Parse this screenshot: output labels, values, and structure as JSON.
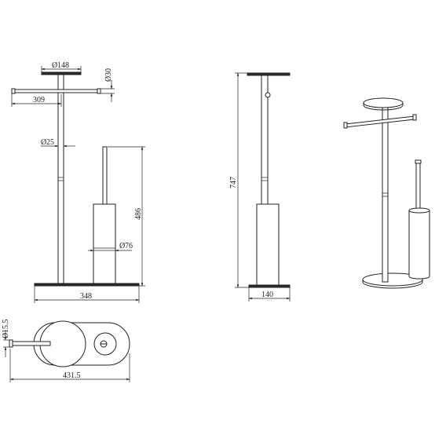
{
  "dimensions": {
    "top_plate_diameter": "148",
    "arm_diameter": "30",
    "arm_length": "309",
    "pole_diameter": "25",
    "holder_height": "486",
    "holder_diameter": "76",
    "base_width": "348",
    "total_height": "747",
    "side_base_depth": "140",
    "plan_arm_diameter": "15.5",
    "plan_length": "431.5"
  },
  "symbols": {
    "diameter": "Ø"
  }
}
